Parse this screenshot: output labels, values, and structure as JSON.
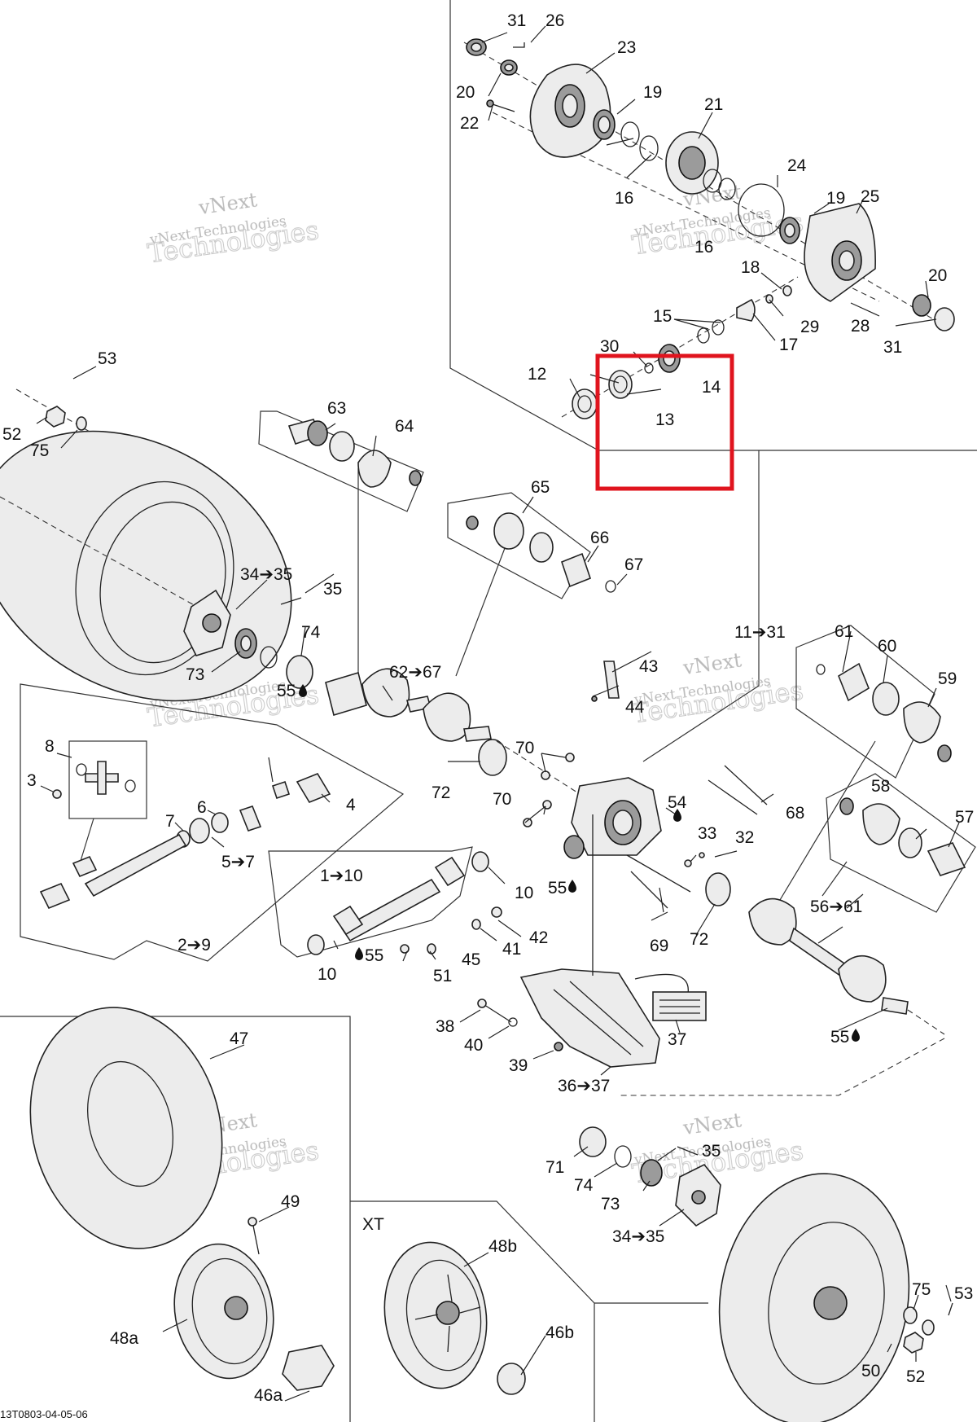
{
  "diagram_id": "13T0803-04-05-06",
  "variant_label": "XT",
  "watermark": {
    "line1": "vNext",
    "line2": "vNext Technologies",
    "line3": "Technologies"
  },
  "highlight": {
    "color": "#e0141e"
  },
  "callouts": {
    "c31a": "31",
    "c26": "26",
    "c23": "23",
    "c20a": "20",
    "c19a": "19",
    "c21": "21",
    "c22": "22",
    "c16a": "16",
    "c16b": "16",
    "c24": "24",
    "c19b": "19",
    "c25": "25",
    "c18": "18",
    "c20b": "20",
    "c15": "15",
    "c29": "29",
    "c28": "28",
    "c17": "17",
    "c31b": "31",
    "c30": "30",
    "c12": "12",
    "c14": "14",
    "c13": "13",
    "c53a": "53",
    "c52a": "52",
    "c75a": "75",
    "c63": "63",
    "c64": "64",
    "c65": "65",
    "c66": "66",
    "c67": "67",
    "c34_35a": "34➔35",
    "c35a": "35",
    "c74a": "74",
    "c73a": "73",
    "c62_67": "62➔67",
    "c55a": "55",
    "c11_31": "11➔31",
    "c61": "61",
    "c60": "60",
    "c59": "59",
    "c43": "43",
    "c44": "44",
    "c8": "8",
    "c3": "3",
    "c4": "4",
    "c6": "6",
    "c7": "7",
    "c5_7": "5➔7",
    "c70a": "70",
    "c72a": "72",
    "c70b": "70",
    "c54": "54",
    "c68": "68",
    "c33": "33",
    "c32": "32",
    "c58": "58",
    "c57": "57",
    "c1_10": "1➔10",
    "c10a": "10",
    "c55b": "55",
    "c2_9": "2➔9",
    "c55c": "55",
    "c10b": "10",
    "c42": "42",
    "c41": "41",
    "c45": "45",
    "c51": "51",
    "c69": "69",
    "c72b": "72",
    "c56_61": "56➔61",
    "c38": "38",
    "c40": "40",
    "c39": "39",
    "c37": "37",
    "c36_37": "36➔37",
    "c55d": "55",
    "c47": "47",
    "c49": "49",
    "c48a": "48a",
    "c46a": "46a",
    "c48b": "48b",
    "c46b": "46b",
    "c71": "71",
    "c74b": "74",
    "c73b": "73",
    "c35b": "35",
    "c34_35b": "34➔35",
    "c75b": "75",
    "c53b": "53",
    "c50": "50",
    "c52b": "52"
  }
}
